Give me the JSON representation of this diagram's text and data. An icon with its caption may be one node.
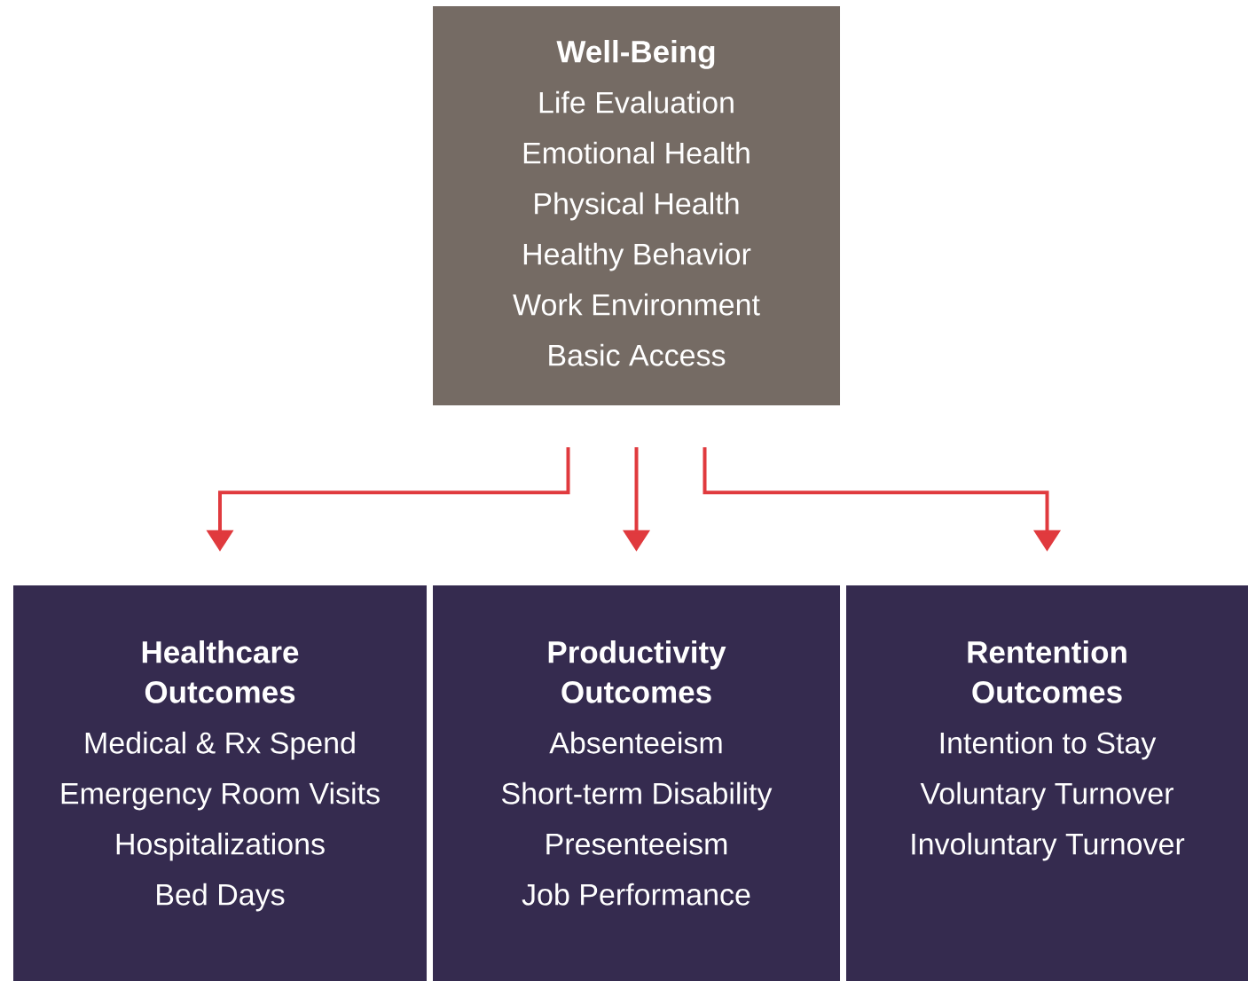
{
  "diagram": {
    "nodes": [
      {
        "text": [
          "Well-Being",
          "Life Evaluation",
          "Emotional Health",
          "Physical Health",
          "Healthy Behavior",
          "Work Environment",
          "Basic Access"
        ]
      },
      {
        "text": [
          "Healthcare Outcomes",
          "Medical & Rx Spend",
          "Emergency Room Visits",
          "Hospitalizations",
          "Bed Days"
        ]
      },
      {
        "text": [
          "Productivity Outcomes",
          "Absenteeism",
          "Short-term Disability",
          "Presenteeism",
          "Job Performance"
        ]
      },
      {
        "text": [
          "Rentention Outcomes",
          "Intention to Stay",
          "Voluntary Turnover",
          "Involuntary Turnover"
        ]
      }
    ],
    "edges": [
      {
        "from": 0,
        "to": 1,
        "arrow": "to"
      },
      {
        "from": 0,
        "to": 2,
        "arrow": "to"
      },
      {
        "from": 0,
        "to": 3,
        "arrow": "to"
      }
    ]
  }
}
